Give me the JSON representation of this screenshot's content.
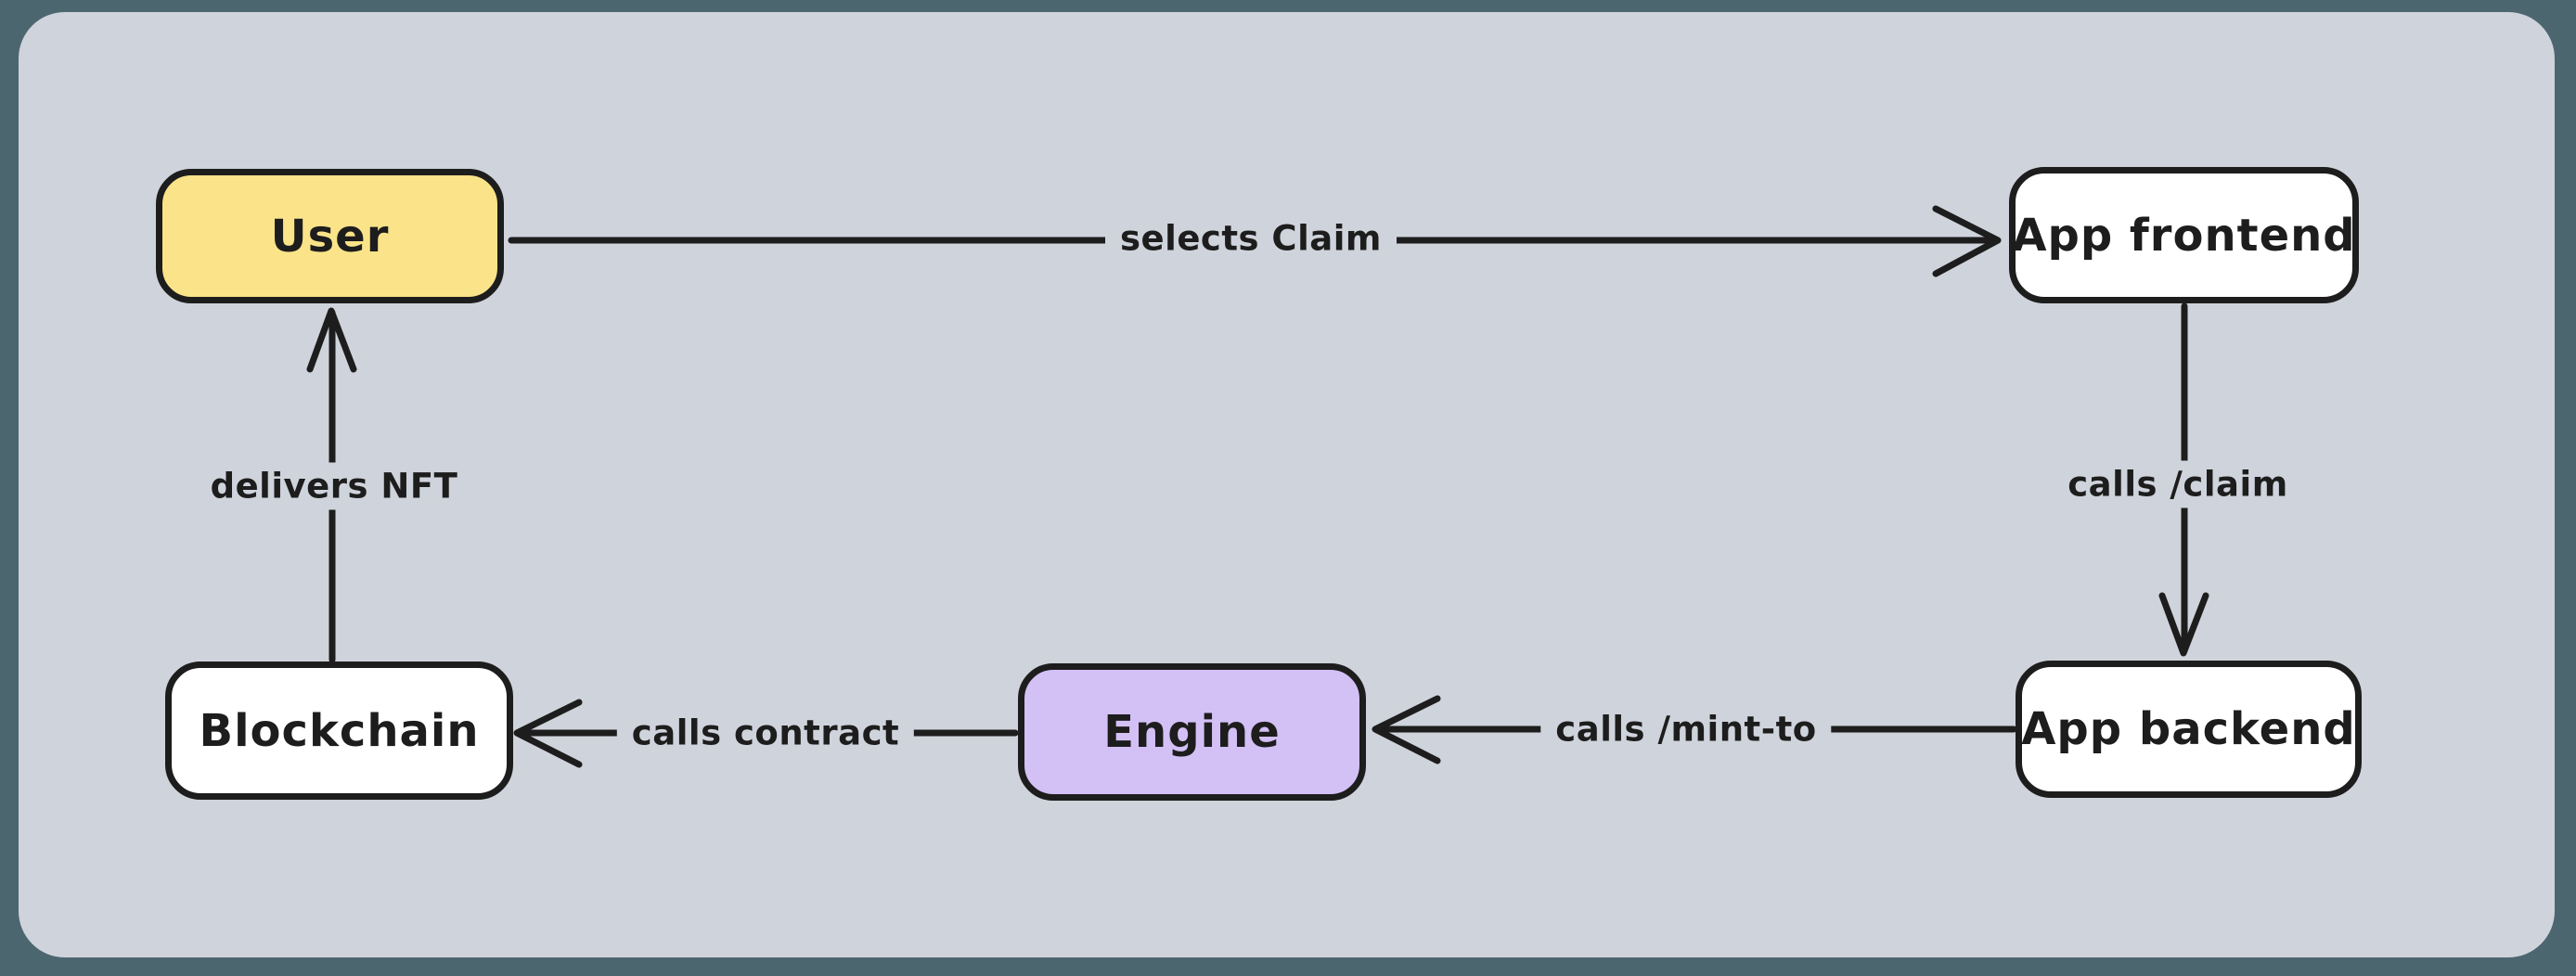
{
  "colors": {
    "frame_background": "#4c6670",
    "canvas_background": "#cfd3db",
    "stroke": "#1d1d1d",
    "node_user_fill": "#fbe389",
    "node_engine_fill": "#d3c0f5",
    "node_default_fill": "#ffffff"
  },
  "nodes": [
    {
      "id": "user",
      "label": "User",
      "fill": "#fbe389"
    },
    {
      "id": "app-frontend",
      "label": "App frontend",
      "fill": "#ffffff"
    },
    {
      "id": "app-backend",
      "label": "App backend",
      "fill": "#ffffff"
    },
    {
      "id": "engine",
      "label": "Engine",
      "fill": "#d3c0f5"
    },
    {
      "id": "blockchain",
      "label": "Blockchain",
      "fill": "#ffffff"
    }
  ],
  "edges": [
    {
      "from": "user",
      "to": "app-frontend",
      "label": "selects Claim"
    },
    {
      "from": "app-frontend",
      "to": "app-backend",
      "label": "calls /claim"
    },
    {
      "from": "app-backend",
      "to": "engine",
      "label": "calls /mint-to"
    },
    {
      "from": "engine",
      "to": "blockchain",
      "label": "calls contract"
    },
    {
      "from": "blockchain",
      "to": "user",
      "label": "delivers NFT"
    }
  ]
}
